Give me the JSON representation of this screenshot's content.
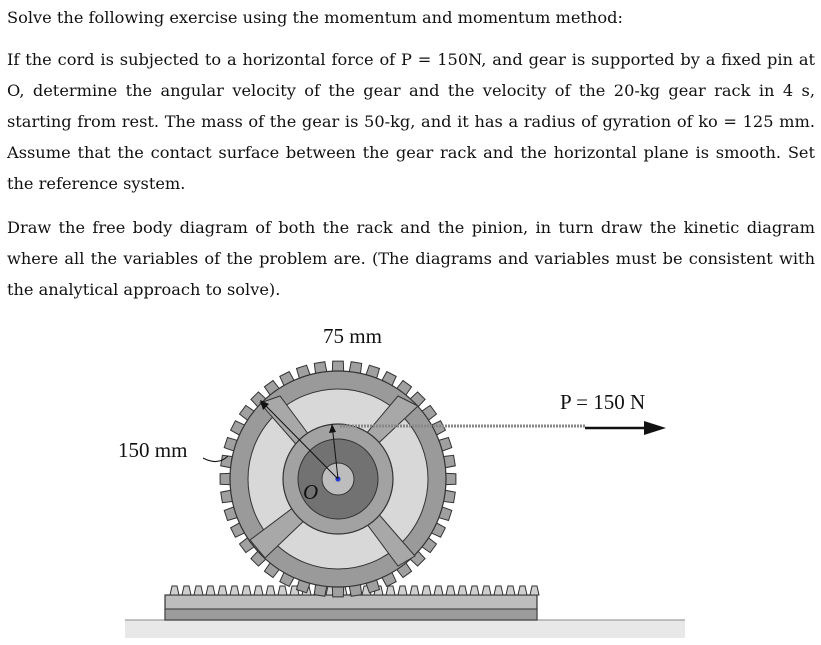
{
  "problem": {
    "instruction": "Solve the following exercise using the momentum and momentum method:",
    "statement": "If the cord is subjected to a horizontal force of P = 150N, and gear is supported by a fixed pin at O, determine the angular velocity of the gear and the velocity of the 20-kg gear rack in 4 s, starting from rest. The mass of the gear is 50-kg, and it has a radius of gyration of ko = 125 mm. Assume that the contact surface between the gear rack and the horizontal plane is smooth. Set the reference system.",
    "task": "Draw the free body diagram of both the rack and the pinion, in turn draw the kinetic diagram where all the variables of the problem are. (The diagrams and variables must be consistent with the analytical approach to solve)."
  },
  "figure": {
    "inner_radius_label": "75 mm",
    "outer_radius_label": "150 mm",
    "force_label": "P = 150 N",
    "pin_label": "O",
    "colors": {
      "gear_body": "#9a9a9a",
      "gear_light": "#d6d6d6",
      "hub_dark": "#6f6f6f",
      "rack": "#b9b9b9",
      "ground": "#e4e4e4",
      "pin_dot": "#2a3fd6"
    }
  }
}
